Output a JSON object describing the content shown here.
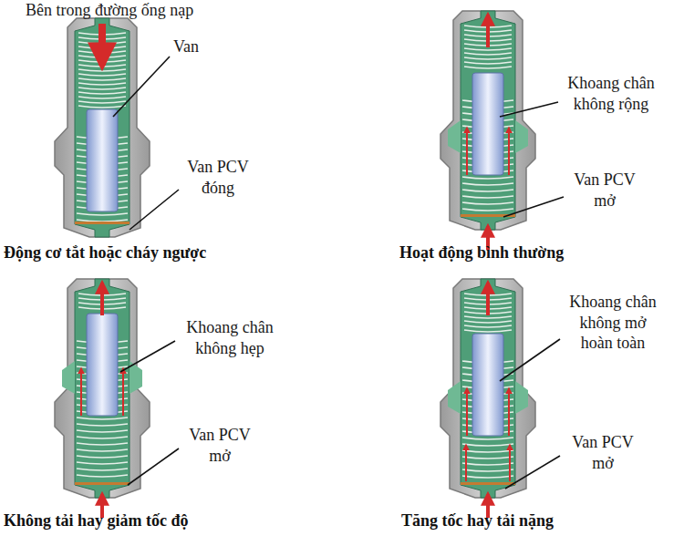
{
  "diagram": {
    "labels": [
      "Bên trong đường ống nạp",
      "Van",
      "Van PCV đóng",
      "Động cơ tắt hoặc cháy ngược",
      "Khoang chân không rộng",
      "Van PCV mở",
      "Hoạt động bình thường",
      "Khoang chân không hẹp",
      "Van PCV mở",
      "Không tải hay giảm tốc độ",
      "Khoang chân không mở hoàn toàn",
      "Van PCV mở",
      "Tăng tốc hay tải nặng"
    ]
  }
}
